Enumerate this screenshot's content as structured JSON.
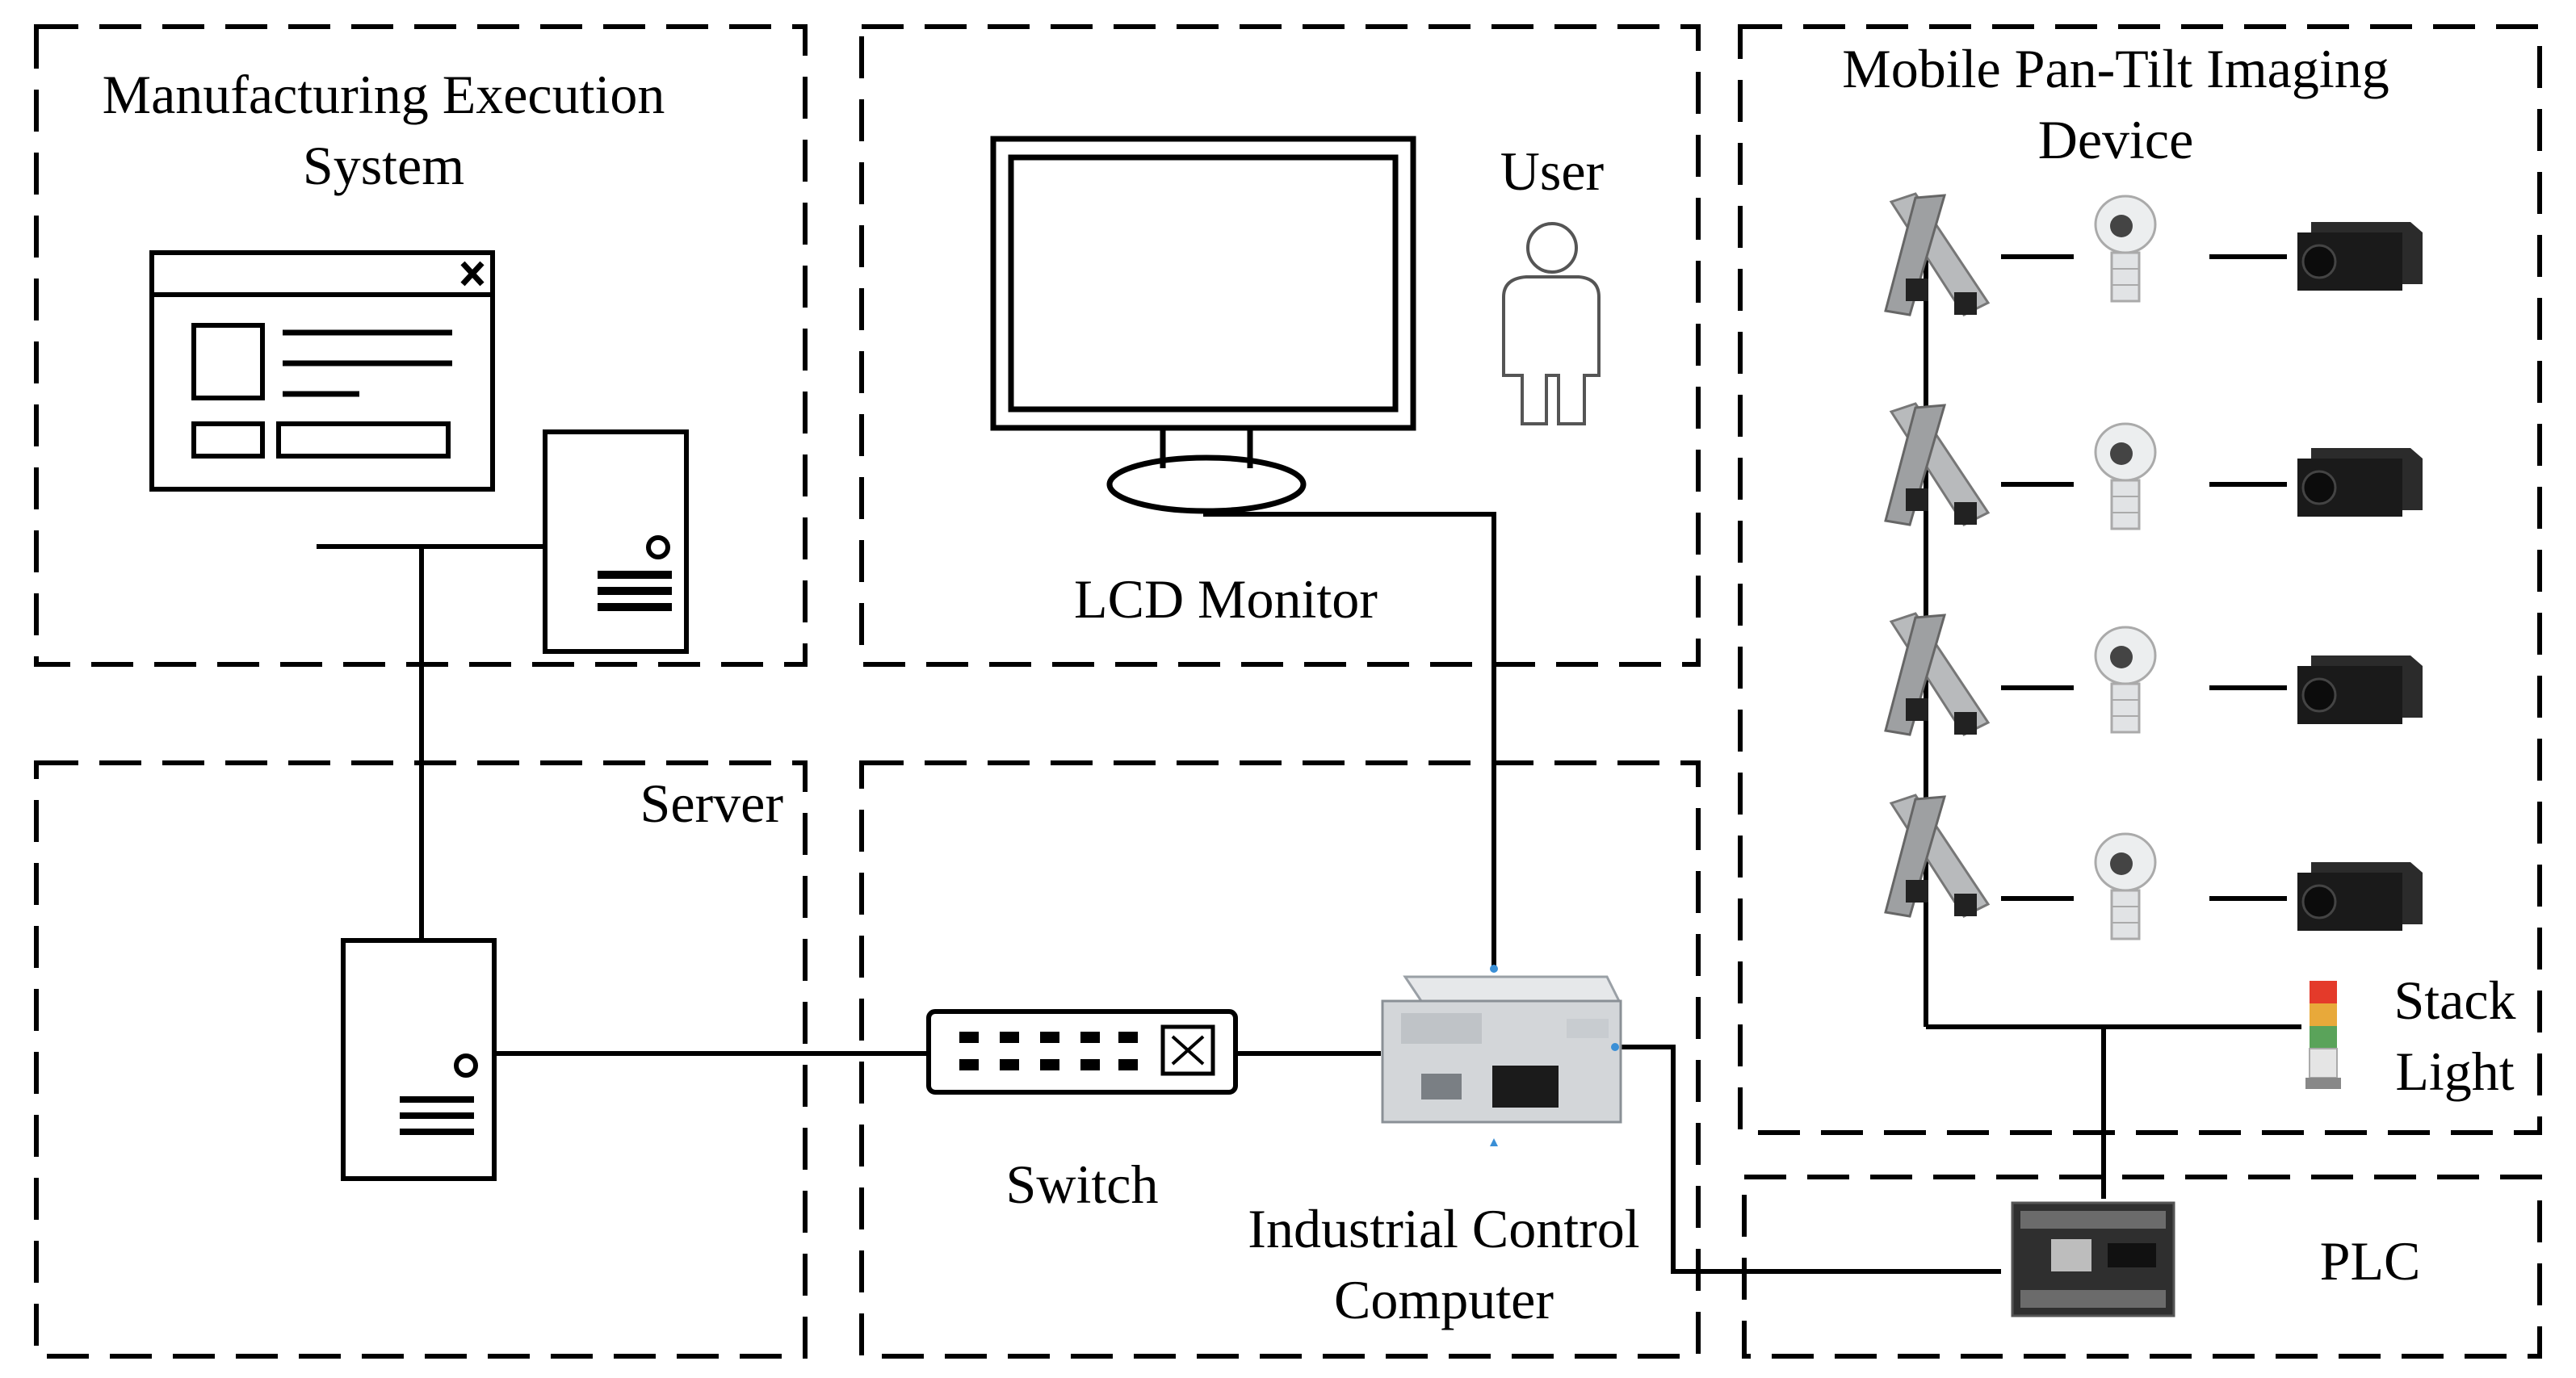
{
  "regions": {
    "mes": [
      "Manufacturing Execution",
      "System"
    ],
    "lcd": "LCD Monitor",
    "user": "User",
    "mobile": [
      "Mobile Pan-Tilt Imaging",
      "Device"
    ],
    "server": "Server",
    "switch": "Switch",
    "ipc": [
      "Industrial Control",
      "Computer"
    ],
    "stack": [
      "Stack",
      "Light"
    ],
    "plc": "PLC"
  },
  "icons": {
    "mes_window": "application-window-icon",
    "mes_tower": "server-tower-icon",
    "server_tower": "server-tower-icon",
    "monitor": "monitor-icon",
    "user": "person-icon",
    "switch": "network-switch-icon",
    "ipc": "industrial-pc-icon",
    "linear_stage": "linear-stage-icon",
    "gimbal": "pan-tilt-head-icon",
    "camera": "industrial-camera-icon",
    "stack_light": "stack-light-icon",
    "plc": "plc-icon"
  }
}
